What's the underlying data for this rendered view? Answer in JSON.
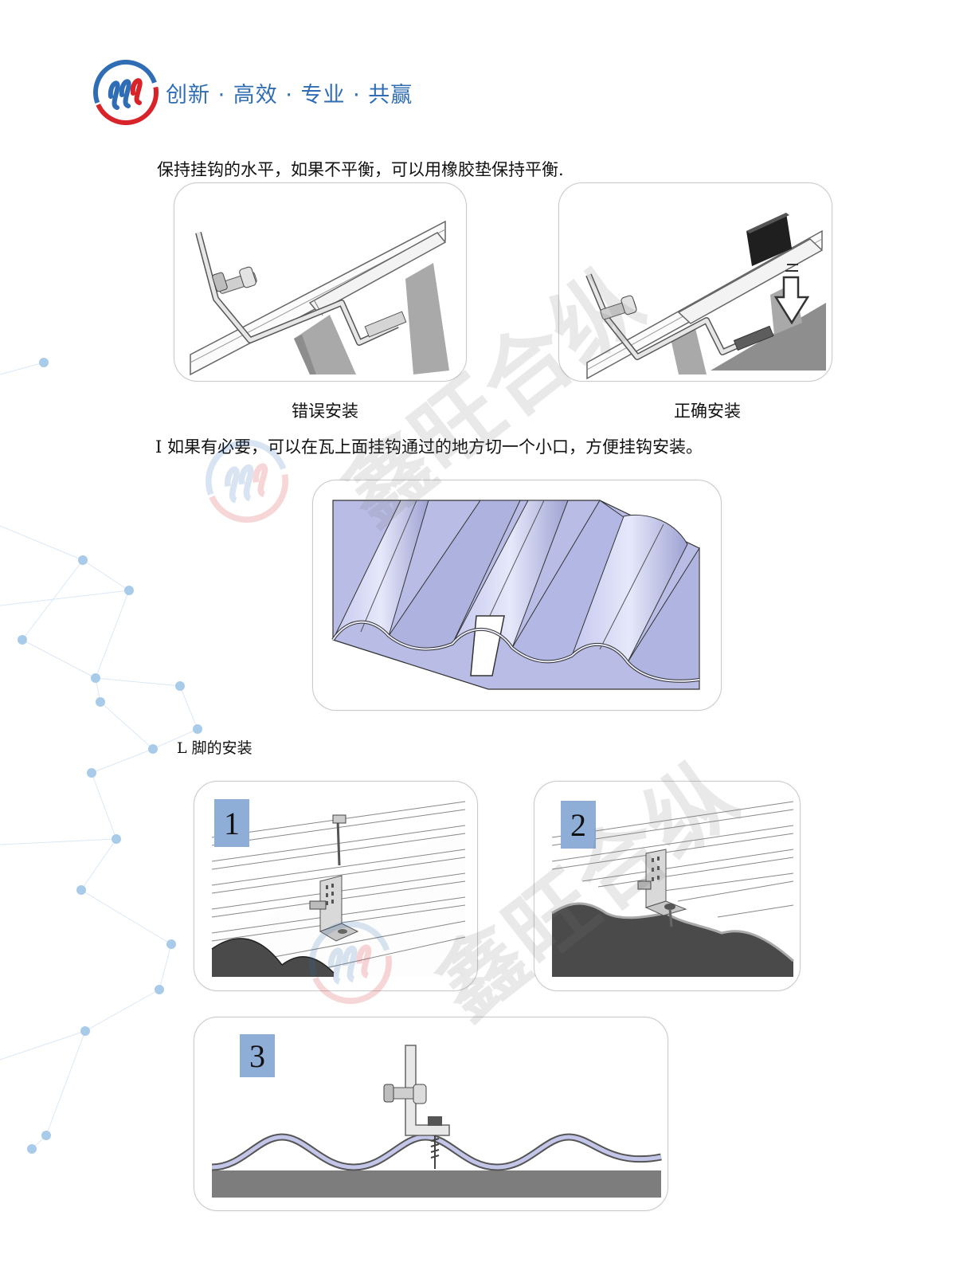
{
  "header": {
    "slogan": "创新 · 高效 · 专业 · 共赢"
  },
  "section_hook": {
    "intro": "保持挂钩的水平，如果不平衡，可以用橡胶垫保持平衡.",
    "caption_wrong": "错误安装",
    "caption_right": "正确安装",
    "cut_note": "I 如果有必要，可以在瓦上面挂钩通过的地方切一个小口，方便挂钩安装。"
  },
  "section_lfoot": {
    "title": "L 脚的安装",
    "steps": [
      "1",
      "2",
      "3"
    ]
  },
  "watermark": {
    "text": "鑫旺合纵"
  },
  "colors": {
    "brand_blue": "#2f6db5",
    "brand_red": "#d8232a",
    "step_badge": "#8eaed8",
    "sheet_purple": "#b9bde6",
    "network_dot": "#a9cbea"
  }
}
